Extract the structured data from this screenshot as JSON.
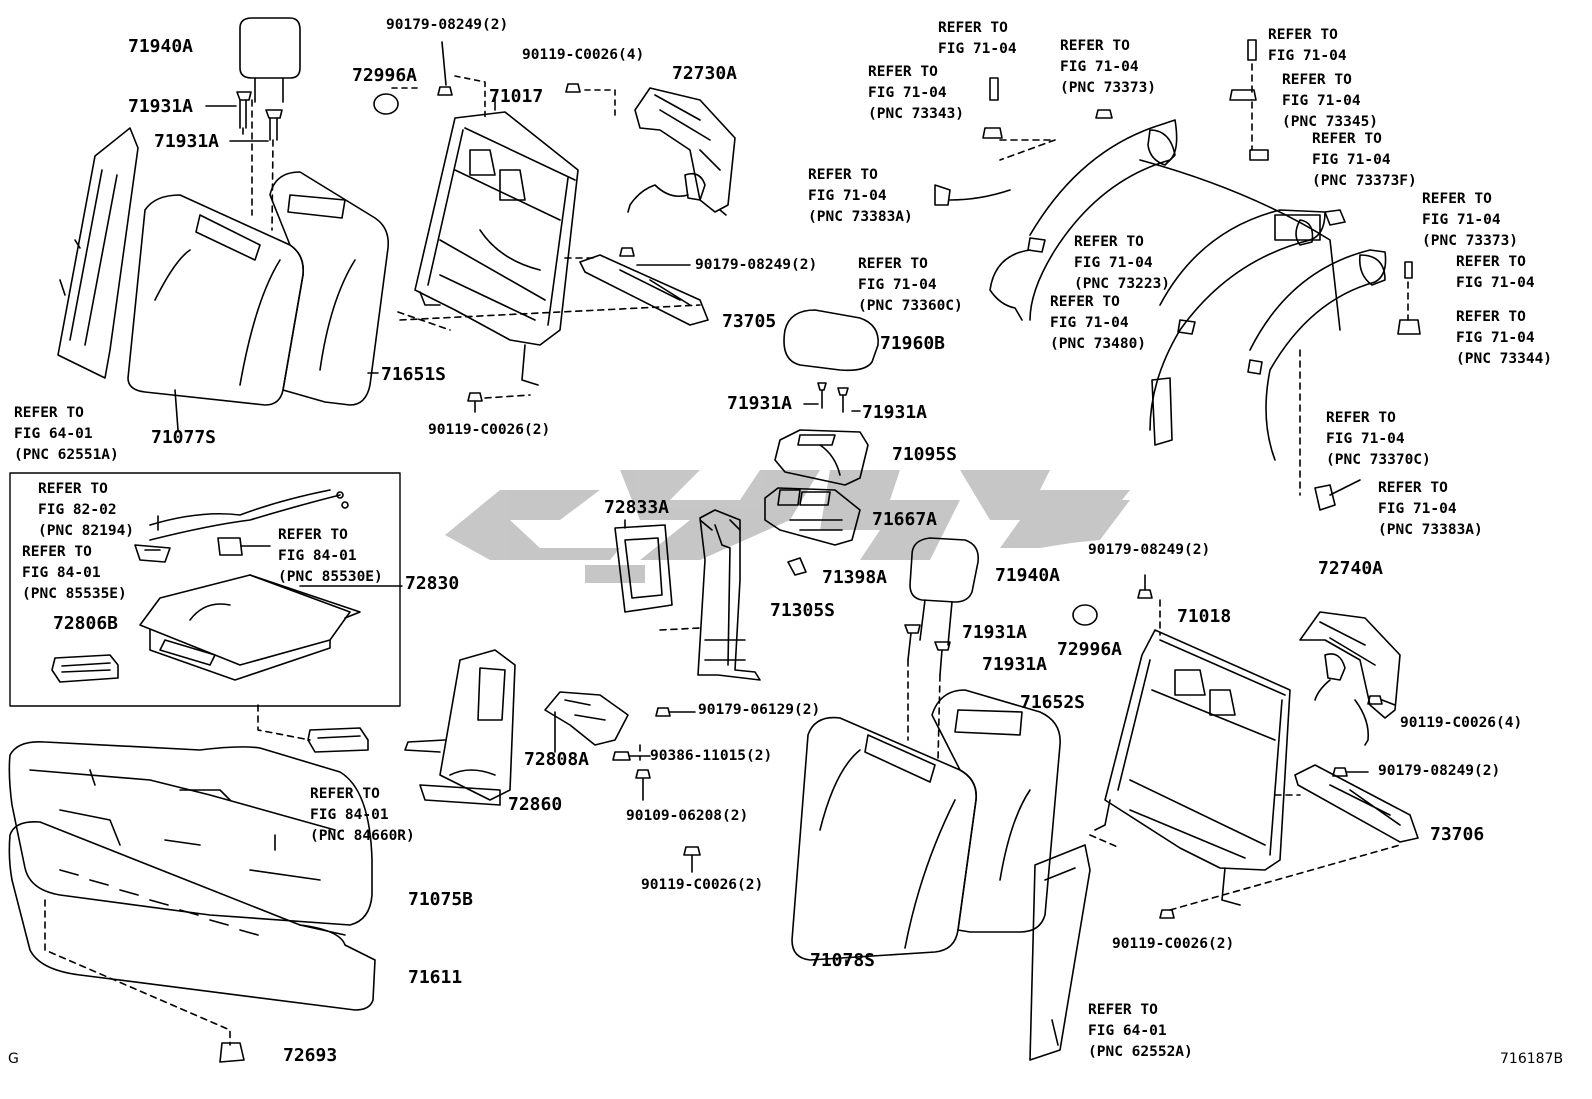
{
  "diagram": {
    "corner_left": "G",
    "figure_code": "716187B",
    "parts": [
      {
        "id": "71940A_top",
        "text": "71940A"
      },
      {
        "id": "71931A_1",
        "text": "71931A"
      },
      {
        "id": "71931A_2",
        "text": "71931A"
      },
      {
        "id": "72996A_top",
        "text": "72996A"
      },
      {
        "id": "90179-08249_top",
        "text": "90179-08249(2)"
      },
      {
        "id": "90119-C0026_top",
        "text": "90119-C0026(4)"
      },
      {
        "id": "71017",
        "text": "71017"
      },
      {
        "id": "72730A",
        "text": "72730A"
      },
      {
        "id": "90179-08249_mid",
        "text": "90179-08249(2)"
      },
      {
        "id": "73705",
        "text": "73705"
      },
      {
        "id": "71651S",
        "text": "71651S"
      },
      {
        "id": "71077S",
        "text": "71077S"
      },
      {
        "id": "90119-C0026_mid",
        "text": "90119-C0026(2)"
      },
      {
        "id": "71960B",
        "text": "71960B"
      },
      {
        "id": "71931A_3",
        "text": "71931A"
      },
      {
        "id": "71931A_4",
        "text": "71931A"
      },
      {
        "id": "71095S",
        "text": "71095S"
      },
      {
        "id": "71667A",
        "text": "71667A"
      },
      {
        "id": "72833A",
        "text": "72833A"
      },
      {
        "id": "71398A",
        "text": "71398A"
      },
      {
        "id": "71305S",
        "text": "71305S"
      },
      {
        "id": "71940A_bot",
        "text": "71940A"
      },
      {
        "id": "71931A_5",
        "text": "71931A"
      },
      {
        "id": "71931A_6",
        "text": "71931A"
      },
      {
        "id": "72830",
        "text": "72830"
      },
      {
        "id": "72806B",
        "text": "72806B"
      },
      {
        "id": "90179-06129",
        "text": "90179-06129(2)"
      },
      {
        "id": "90386-11015",
        "text": "90386-11015(2)"
      },
      {
        "id": "72808A",
        "text": "72808A"
      },
      {
        "id": "90109-06208",
        "text": "90109-06208(2)"
      },
      {
        "id": "72860",
        "text": "72860"
      },
      {
        "id": "90119-C0026_bot",
        "text": "90119-C0026(2)"
      },
      {
        "id": "71075B",
        "text": "71075B"
      },
      {
        "id": "71611",
        "text": "71611"
      },
      {
        "id": "72693",
        "text": "72693"
      },
      {
        "id": "71652S",
        "text": "71652S"
      },
      {
        "id": "71078S",
        "text": "71078S"
      },
      {
        "id": "72996A_bot",
        "text": "72996A"
      },
      {
        "id": "90179-08249_bot1",
        "text": "90179-08249(2)"
      },
      {
        "id": "71018",
        "text": "71018"
      },
      {
        "id": "72740A",
        "text": "72740A"
      },
      {
        "id": "90119-C0026_right",
        "text": "90119-C0026(4)"
      },
      {
        "id": "90179-08249_bot2",
        "text": "90179-08249(2)"
      },
      {
        "id": "73706",
        "text": "73706"
      },
      {
        "id": "90119-C0026_bot2",
        "text": "90119-C0026(2)"
      }
    ],
    "refs": [
      {
        "id": "ref_64-01_left",
        "lines": [
          "REFER TO",
          "FIG 64-01",
          "(PNC 62551A)"
        ]
      },
      {
        "id": "ref_82-02",
        "lines": [
          "REFER TO",
          "FIG 82-02",
          "(PNC 82194)"
        ]
      },
      {
        "id": "ref_84-01_a",
        "lines": [
          "REFER TO",
          "FIG 84-01",
          "(PNC 85530E)"
        ]
      },
      {
        "id": "ref_84-01_b",
        "lines": [
          "REFER TO",
          "FIG 84-01",
          "(PNC 85535E)"
        ]
      },
      {
        "id": "ref_84-01_c",
        "lines": [
          "REFER TO",
          "FIG 84-01",
          "(PNC 84660R)"
        ]
      },
      {
        "id": "ref_71-04_top1",
        "lines": [
          "REFER TO",
          "FIG 71-04"
        ]
      },
      {
        "id": "ref_73343",
        "lines": [
          "REFER TO",
          "FIG 71-04",
          "(PNC 73343)"
        ]
      },
      {
        "id": "ref_73373_top",
        "lines": [
          "REFER TO",
          "FIG 71-04",
          "(PNC 73373)"
        ]
      },
      {
        "id": "ref_71-04_top2",
        "lines": [
          "REFER TO",
          "FIG 71-04"
        ]
      },
      {
        "id": "ref_73345",
        "lines": [
          "REFER TO",
          "FIG 71-04",
          "(PNC 73345)"
        ]
      },
      {
        "id": "ref_73373F",
        "lines": [
          "REFER TO",
          "FIG 71-04",
          "(PNC 73373F)"
        ]
      },
      {
        "id": "ref_73383A_top",
        "lines": [
          "REFER TO",
          "FIG 71-04",
          "(PNC 73383A)"
        ]
      },
      {
        "id": "ref_73373_right",
        "lines": [
          "REFER TO",
          "FIG 71-04",
          "(PNC 73373)"
        ]
      },
      {
        "id": "ref_73223",
        "lines": [
          "REFER TO",
          "FIG 71-04",
          "(PNC 73223)"
        ]
      },
      {
        "id": "ref_73360C",
        "lines": [
          "REFER TO",
          "FIG 71-04",
          "(PNC 73360C)"
        ]
      },
      {
        "id": "ref_71-04_right",
        "lines": [
          "REFER TO",
          "FIG 71-04"
        ]
      },
      {
        "id": "ref_73480",
        "lines": [
          "REFER TO",
          "FIG 71-04",
          "(PNC 73480)"
        ]
      },
      {
        "id": "ref_73344",
        "lines": [
          "REFER TO",
          "FIG 71-04",
          "(PNC 73344)"
        ]
      },
      {
        "id": "ref_73370C",
        "lines": [
          "REFER TO",
          "FIG 71-04",
          "(PNC 73370C)"
        ]
      },
      {
        "id": "ref_73383A_bot",
        "lines": [
          "REFER TO",
          "FIG 71-04",
          "(PNC 73383A)"
        ]
      },
      {
        "id": "ref_64-01_right",
        "lines": [
          "REFER TO",
          "FIG 64-01",
          "(PNC 62552A)"
        ]
      }
    ]
  }
}
